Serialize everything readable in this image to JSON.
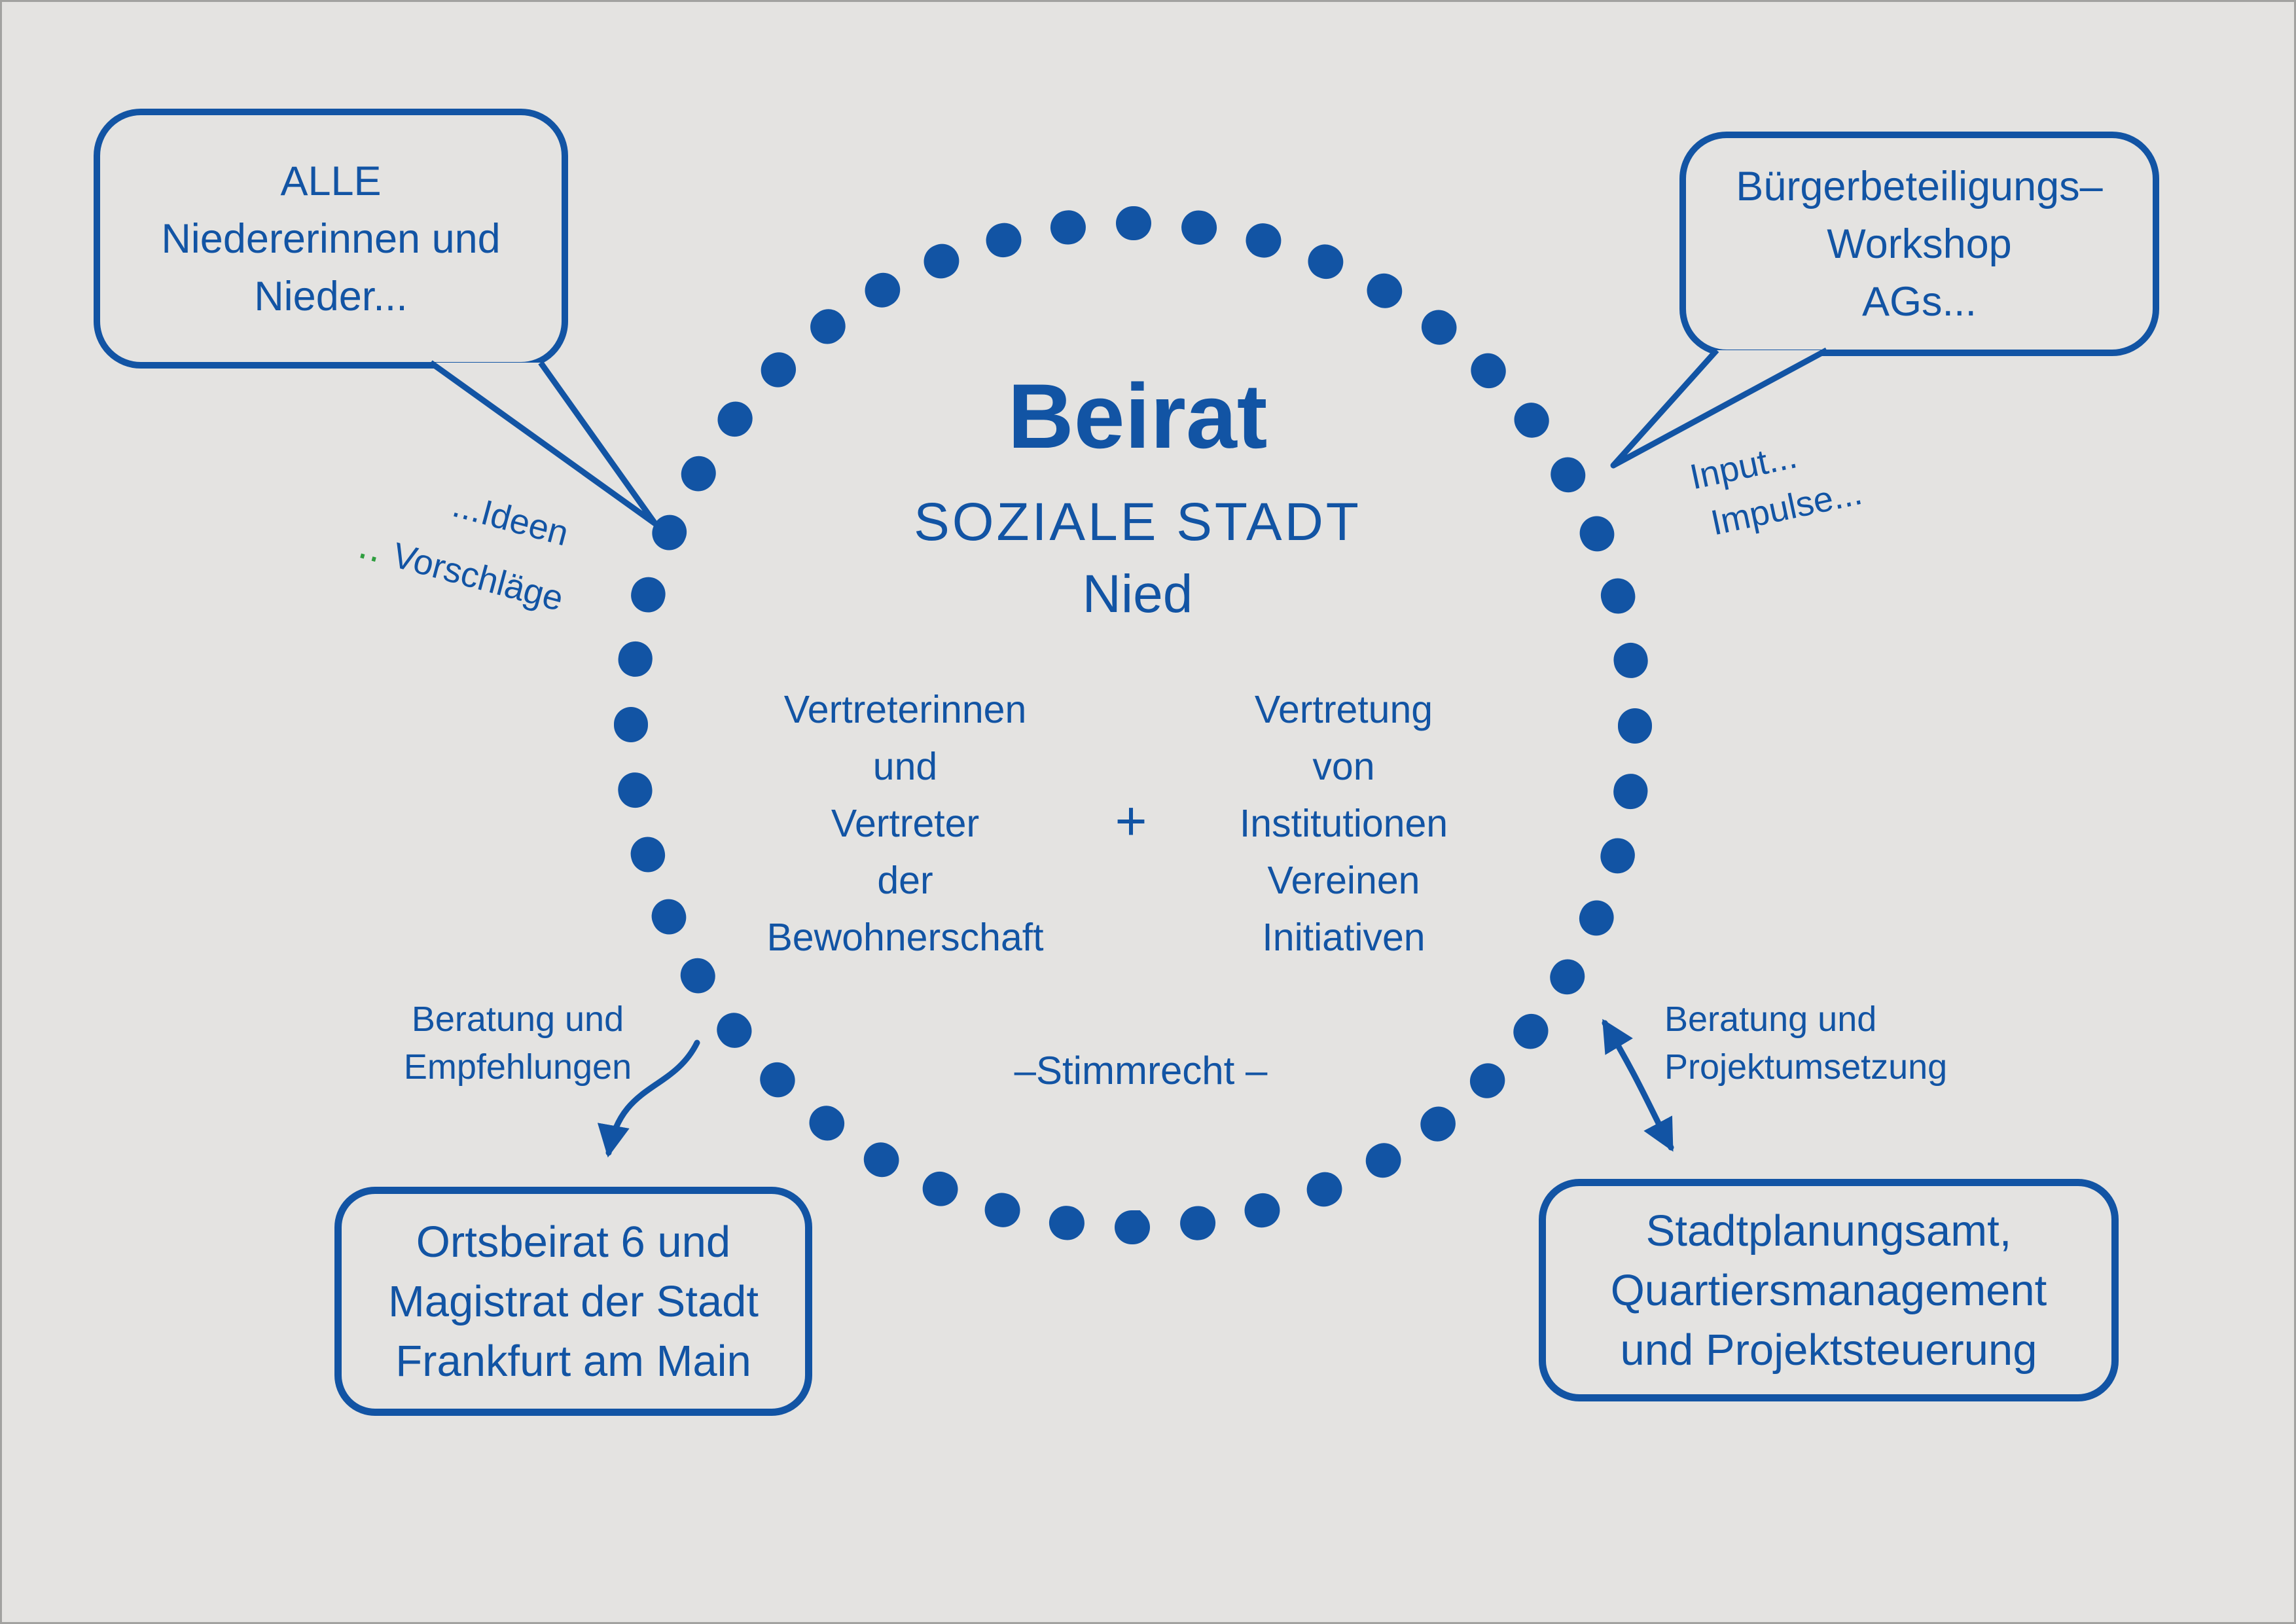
{
  "colors": {
    "background": "#e4e3e1",
    "blue": "#1254a4",
    "green": "#2f9e3f"
  },
  "circle": {
    "title": "Beirat",
    "subtitle": "SOZIALE STADT",
    "district": "Nied",
    "left_group": [
      "Vertreterinnen",
      "und",
      "Vertreter",
      "der",
      "Bewohnerschaft"
    ],
    "plus": "+",
    "right_group": [
      "Vertretung",
      "von",
      "Institutionen",
      "Vereinen",
      "Initiativen"
    ],
    "voting_note": "–Stimmrecht –"
  },
  "bubble_top_left": {
    "line1": "ALLE",
    "line2": "Niedererinnen und",
    "line3": "Nieder..."
  },
  "bubble_top_right": {
    "line1": "Bürgerbeteiligungs–",
    "line2": "Workshop",
    "line3": "AGs..."
  },
  "flow_labels": {
    "ideen": "...Ideen",
    "vorschlaege_dots": "‥",
    "vorschlaege": "Vorschläge",
    "input": "Input...",
    "impulse": "Impulse..."
  },
  "arrow_labels": {
    "left_line1": "Beratung und",
    "left_line2": "Empfehlungen",
    "right_line1": "Beratung und",
    "right_line2": "Projektumsetzung"
  },
  "box_bottom_left": {
    "line1": "Ortsbeirat 6 und",
    "line2": "Magistrat der Stadt",
    "line3": "Frankfurt am Main"
  },
  "box_bottom_right": {
    "line1": "Stadtplanungsamt,",
    "line2": "Quartiersmanagement",
    "line3": "und Projektsteuerung"
  }
}
